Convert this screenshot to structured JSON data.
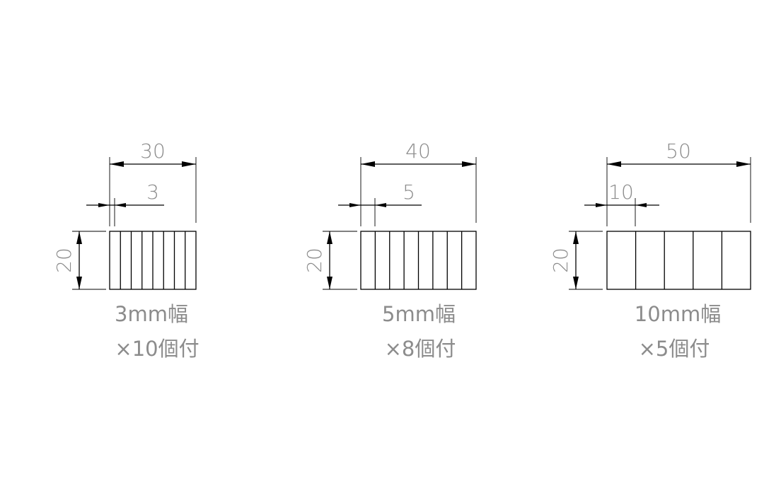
{
  "parts": [
    {
      "overall_dim": "30",
      "pitch_dim": "3",
      "height_dim": "20",
      "caption_line1": "3mm幅",
      "caption_line2": "×10個付",
      "segments": 8
    },
    {
      "overall_dim": "40",
      "pitch_dim": "5",
      "height_dim": "20",
      "caption_line1": "5mm幅",
      "caption_line2": "×8個付",
      "segments": 8
    },
    {
      "overall_dim": "50",
      "pitch_dim": "10",
      "height_dim": "20",
      "caption_line1": "10mm幅",
      "caption_line2": "×5個付",
      "segments": 5
    }
  ]
}
